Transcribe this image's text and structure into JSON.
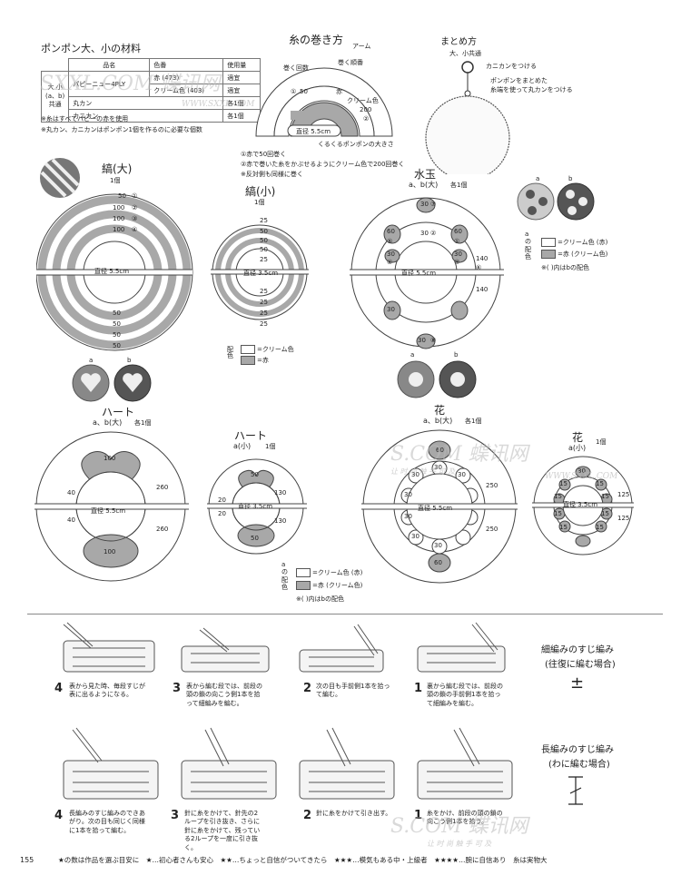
{
  "materials": {
    "title": "ポンポン大、小の材料",
    "header": [
      "品名",
      "色番",
      "使用量"
    ],
    "group_label": "大 小\n(a b)\n共通",
    "group_line1": "大 小",
    "group_line2": "(a、b)",
    "group_line3": "共通",
    "rows": [
      [
        "パピーニュー4PLY",
        "赤 (473)",
        "適宜"
      ],
      [
        "",
        "クリーム色 (403)",
        "適宜"
      ],
      [
        "丸カン",
        "",
        "各1個"
      ],
      [
        "カニカン",
        "",
        "各1個"
      ]
    ],
    "notes": [
      "※糸はすべてパピーの赤を使用",
      "※丸カン、カニカンはポンポン1個を作るのに必要な個数"
    ]
  },
  "winding": {
    "title": "糸の巻き方",
    "labels": {
      "arm": "アーム",
      "wind_count": "巻く回数",
      "wind_order": "巻く順番",
      "red": "赤",
      "cream": "クリーム色",
      "n50": "50",
      "n200": "200",
      "c1": "①",
      "c2": "②",
      "diam": "直径 5.5cm",
      "size_note": "くるくるポンポンの大きさ"
    },
    "notes": [
      "①赤で50回巻く",
      "②赤で巻いた糸をかぶせるようにクリーム色で200回巻く",
      "※反対側も同様に巻く"
    ]
  },
  "finish": {
    "title": "まとめ方",
    "subtitle": "大、小共通",
    "label1": "カニカンをつける",
    "label2a": "ポンポンをまとめた",
    "label2b": "糸端を使って丸カンをつける"
  },
  "stripe_large": {
    "title": "縞(大)",
    "count": "1個",
    "diam": "直径 5.5cm",
    "top": [
      "50",
      "100",
      "100",
      "100"
    ],
    "top_marks": [
      "①",
      "②",
      "③",
      "④"
    ],
    "bottom": [
      "50",
      "50",
      "50",
      "50"
    ]
  },
  "stripe_small": {
    "title": "縞(小)",
    "count": "1個",
    "diam": "直径 3.5cm",
    "top": [
      "25",
      "50",
      "50",
      "50",
      "25"
    ],
    "bottom": [
      "25",
      "25",
      "25",
      "25"
    ]
  },
  "stripe_legend": {
    "label": "配色",
    "line1": "=クリーム色",
    "line2": "=赤"
  },
  "dots": {
    "title": "水玉",
    "sub": "a、b(大)",
    "count": "各1個",
    "diam": "直径 5.5cm",
    "values": [
      "30",
      "60",
      "30",
      "30",
      "60",
      "30",
      "30",
      "30"
    ],
    "right1": "140",
    "right2": "140",
    "marks": [
      "⑦",
      "⑤",
      "②",
      "⑥",
      "①",
      "④",
      "③",
      "⑧"
    ]
  },
  "dots_legend": {
    "a": "a",
    "b": "b",
    "label": "a の 配色",
    "line1": "=クリーム色 (赤)",
    "line2": "=赤 (クリーム色)",
    "note": "※( )内はbの配色"
  },
  "heart_large": {
    "title": "ハート",
    "sub": "a、b(大)",
    "count": "各1個",
    "diam": "直径 5.5cm",
    "top": "100",
    "bottom": "100",
    "left1": "40",
    "left2": "40",
    "right1": "260",
    "right2": "260",
    "a": "a",
    "b": "b"
  },
  "heart_small": {
    "title": "ハート",
    "sub": "a(小)",
    "count": "1個",
    "diam": "直径 3.5cm",
    "top": "50",
    "bottom": "50",
    "left1": "20",
    "left2": "20",
    "right1": "130",
    "right2": "130"
  },
  "flower_large": {
    "title": "花",
    "sub": "a、b(大)",
    "count": "各1個",
    "diam": "直径 5.5cm",
    "center": "60",
    "values": [
      "30",
      "30",
      "30",
      "30",
      "30",
      "30",
      "30",
      "60"
    ],
    "right1": "250",
    "right2": "250",
    "a": "a",
    "b": "b"
  },
  "flower_small": {
    "title": "花",
    "sub": "a(小)",
    "count": "1個",
    "diam": "直径 3.5cm",
    "values": [
      "30",
      "15",
      "15",
      "15",
      "15",
      "15",
      "15",
      "15",
      "15"
    ],
    "right1": "125",
    "right2": "125"
  },
  "flower_legend": {
    "label": "a の 配色",
    "line1": "=クリーム色 (赤)",
    "line2": "=赤 (クリーム色)",
    "note": "※( )内はbの配色"
  },
  "stitch1": {
    "title": "細編みのすじ編み",
    "sub": "(往復に編む場合)",
    "steps": [
      {
        "n": "1",
        "d": "裏から編む段では、前段の頭の鎖の手前側1本を拾って細編みを編む。"
      },
      {
        "n": "2",
        "d": "次の目も手前側1本を拾って編む。"
      },
      {
        "n": "3",
        "d": "表から編む段では、前段の頭の鎖の向こう側1本を拾って細編みを編む。"
      },
      {
        "n": "4",
        "d": "表から見た時、毎段すじが表に出るようになる。"
      }
    ]
  },
  "stitch2": {
    "title": "長編みのすじ編み",
    "sub": "(わに編む場合)",
    "steps": [
      {
        "n": "1",
        "d": "糸をかけ、前段の頭の鎖の向こう側1本を拾う。"
      },
      {
        "n": "2",
        "d": "針に糸をかけて引き出す。"
      },
      {
        "n": "3",
        "d": "針に糸をかけて、針先の2ループを引き抜き、さらに針に糸をかけて、残っている2ループを一度に引き抜く。"
      },
      {
        "n": "4",
        "d": "長編みのすじ編みのできあがり。次の目も同じく同様に1本を拾って編む。"
      }
    ]
  },
  "footer": {
    "page": "155",
    "text": "★の数は作品を選ぶ目安に　★…初心者さんも安心　★★…ちょっと自信がついてきたら　★★★…模気もある中・上級者　★★★★…腕に自信あり　糸は実物大"
  },
  "watermarks": [
    "SXXL.COM 蝶讯网",
    "WWW.SXXL.COM",
    "S.COM 蝶讯网",
    "让 时 尚 触 手 可 及",
    "WWW.SXXL.COM"
  ],
  "colors": {
    "gray": "#a8a8a8",
    "line": "#444",
    "cream": "#ffffff"
  }
}
